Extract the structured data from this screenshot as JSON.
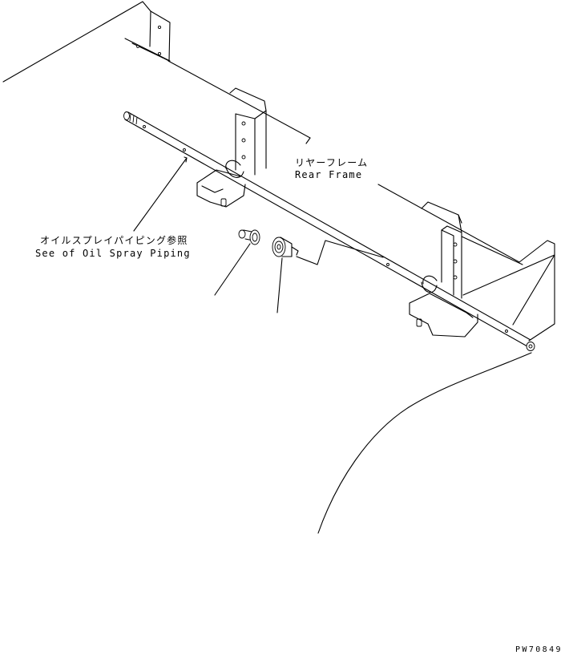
{
  "labels": {
    "rear_frame_jp": "リヤーフレーム",
    "rear_frame_en": "Rear Frame",
    "oil_spray_jp": "オイルスプレイパイピング参照",
    "oil_spray_en": "See of Oil Spray Piping"
  },
  "drawing_code": "PW70849"
}
